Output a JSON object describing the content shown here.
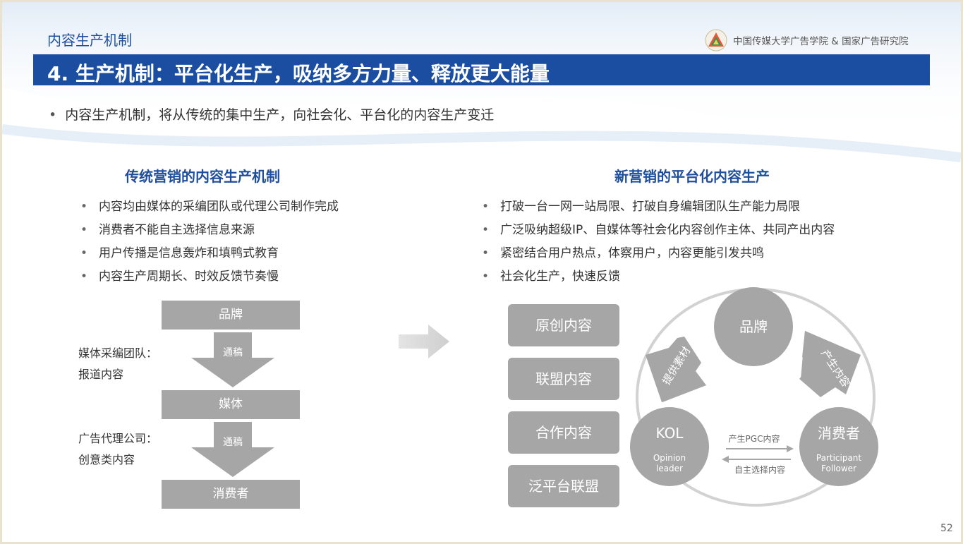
{
  "header": {
    "section": "内容生产机制",
    "org": "中国传媒大学广告学院 & 国家广告研究院",
    "title": "4. 生产机制：平台化生产，吸纳多方力量、释放更大能量"
  },
  "intro": "内容生产机制，将从传统的集中生产，向社会化、平台化的内容生产变迁",
  "left": {
    "title": "传统营销的内容生产机制",
    "bullets": [
      "内容均由媒体的采编团队或代理公司制作完成",
      "消费者不能自主选择信息来源",
      "用户传播是信息轰炸和填鸭式教育",
      "内容生产周期长、时效反馈节奏慢"
    ],
    "flow": {
      "boxes": [
        "品牌",
        "媒体",
        "消费者"
      ],
      "arrow_label": "通稿",
      "side_labels": [
        {
          "line1": "媒体采编团队：",
          "line2": "报道内容"
        },
        {
          "line1": "广告代理公司：",
          "line2": "创意类内容"
        }
      ]
    }
  },
  "right": {
    "title": "新营销的平台化内容生产",
    "bullets": [
      "打破一台一网一站局限、打破自身编辑团队生产能力局限",
      "广泛吸纳超级IP、自媒体等社会化内容创作主体、共同产出内容",
      "紧密结合用户热点，体察用户，内容更能引发共鸣",
      "社会化生产，快速反馈"
    ],
    "content_types": [
      "原创内容",
      "联盟内容",
      "合作内容",
      "泛平台联盟"
    ],
    "cycle": {
      "brand": "品牌",
      "kol": "KOL",
      "kol_sub1": "Opinion",
      "kol_sub2": "leader",
      "consumer": "消费者",
      "consumer_sub1": "Participant",
      "consumer_sub2": "Follower",
      "arrow_left": "提供素材",
      "arrow_right": "产生内容",
      "flow_top": "产生PGC内容",
      "flow_bottom": "自主选择内容"
    }
  },
  "page_number": "52",
  "colors": {
    "title_bar": "#1b4da1",
    "accent_text": "#1f4e9c",
    "gray_shape": "#a6a6a6"
  }
}
